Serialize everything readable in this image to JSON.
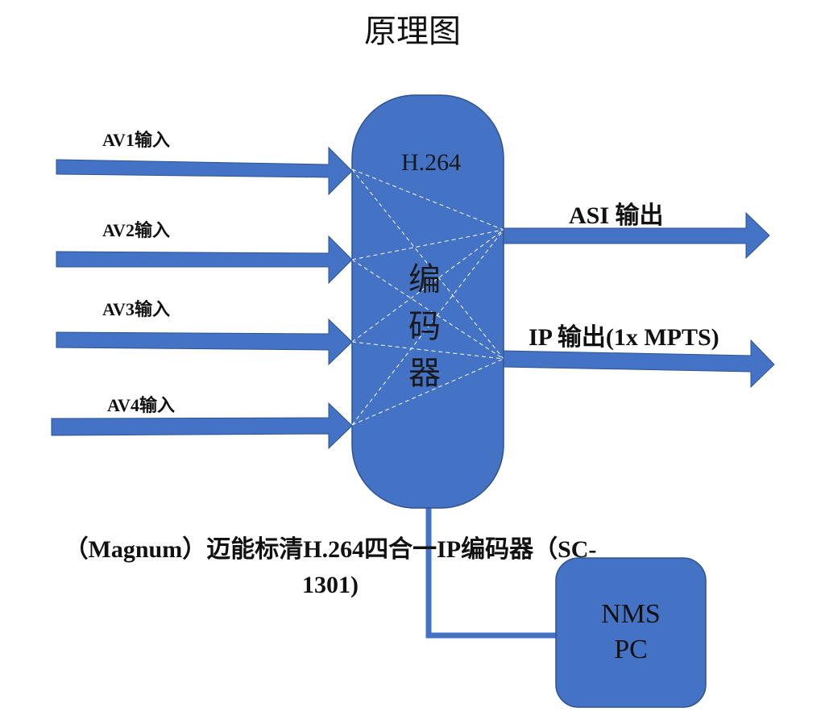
{
  "title": "原理图",
  "inputs": [
    {
      "label": "AV1输入"
    },
    {
      "label": "AV2输入"
    },
    {
      "label": "AV3输入"
    },
    {
      "label": "AV4输入"
    }
  ],
  "encoder": {
    "codec": "H.264",
    "name": "编码器"
  },
  "outputs": [
    {
      "label": "ASI 输出"
    },
    {
      "label": "IP 输出(1x MPTS)"
    }
  ],
  "caption": "（Magnum）迈能标清H.264四合一IP编码器（SC-1301)",
  "nms": {
    "line1": "NMS",
    "line2": "PC"
  },
  "colors": {
    "shape_fill": "#4472C4",
    "shape_stroke": "#2F528F",
    "dashed_lines": "#ffffff"
  }
}
